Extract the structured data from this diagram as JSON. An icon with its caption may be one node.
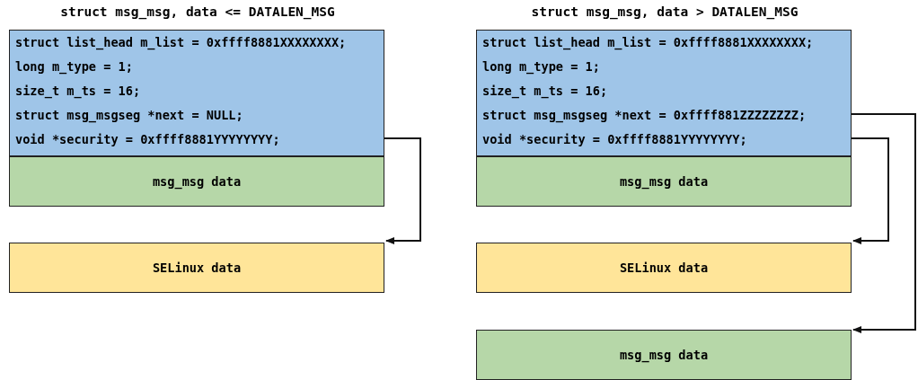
{
  "diagram": {
    "nodes": [
      {
        "text": [
          "struct msg_msg, data <= DATALEN_MSG",
          "struct list_head m_list = 0xffff8881XXXXXXXX;",
          "long m_type = 1;",
          "size_t m_ts = 16;",
          "struct msg_msgseg *next = NULL;",
          "void *security = 0xffff8881YYYYYYYY;"
        ]
      },
      {
        "text": [
          "msg_msg data"
        ]
      },
      {
        "text": [
          "SELinux data"
        ]
      },
      {
        "text": [
          "struct msg_msg, data > DATALEN_MSG",
          "struct list_head m_list = 0xffff8881XXXXXXXX;",
          "long m_type = 1;",
          "size_t m_ts = 16;",
          "struct msg_msgseg *next = 0xffff881ZZZZZZZZ;",
          "void *security = 0xffff8881YYYYYYYY;"
        ]
      },
      {
        "text": [
          "msg_msg data"
        ]
      },
      {
        "text": [
          "SELinux data"
        ]
      },
      {
        "text": [
          "msg_msg data"
        ]
      }
    ],
    "edges": [
      {
        "from": 0,
        "to": 2,
        "arrow": "to"
      },
      {
        "from": 3,
        "to": 5,
        "arrow": "to"
      },
      {
        "from": 3,
        "to": 6,
        "arrow": "to"
      }
    ]
  }
}
